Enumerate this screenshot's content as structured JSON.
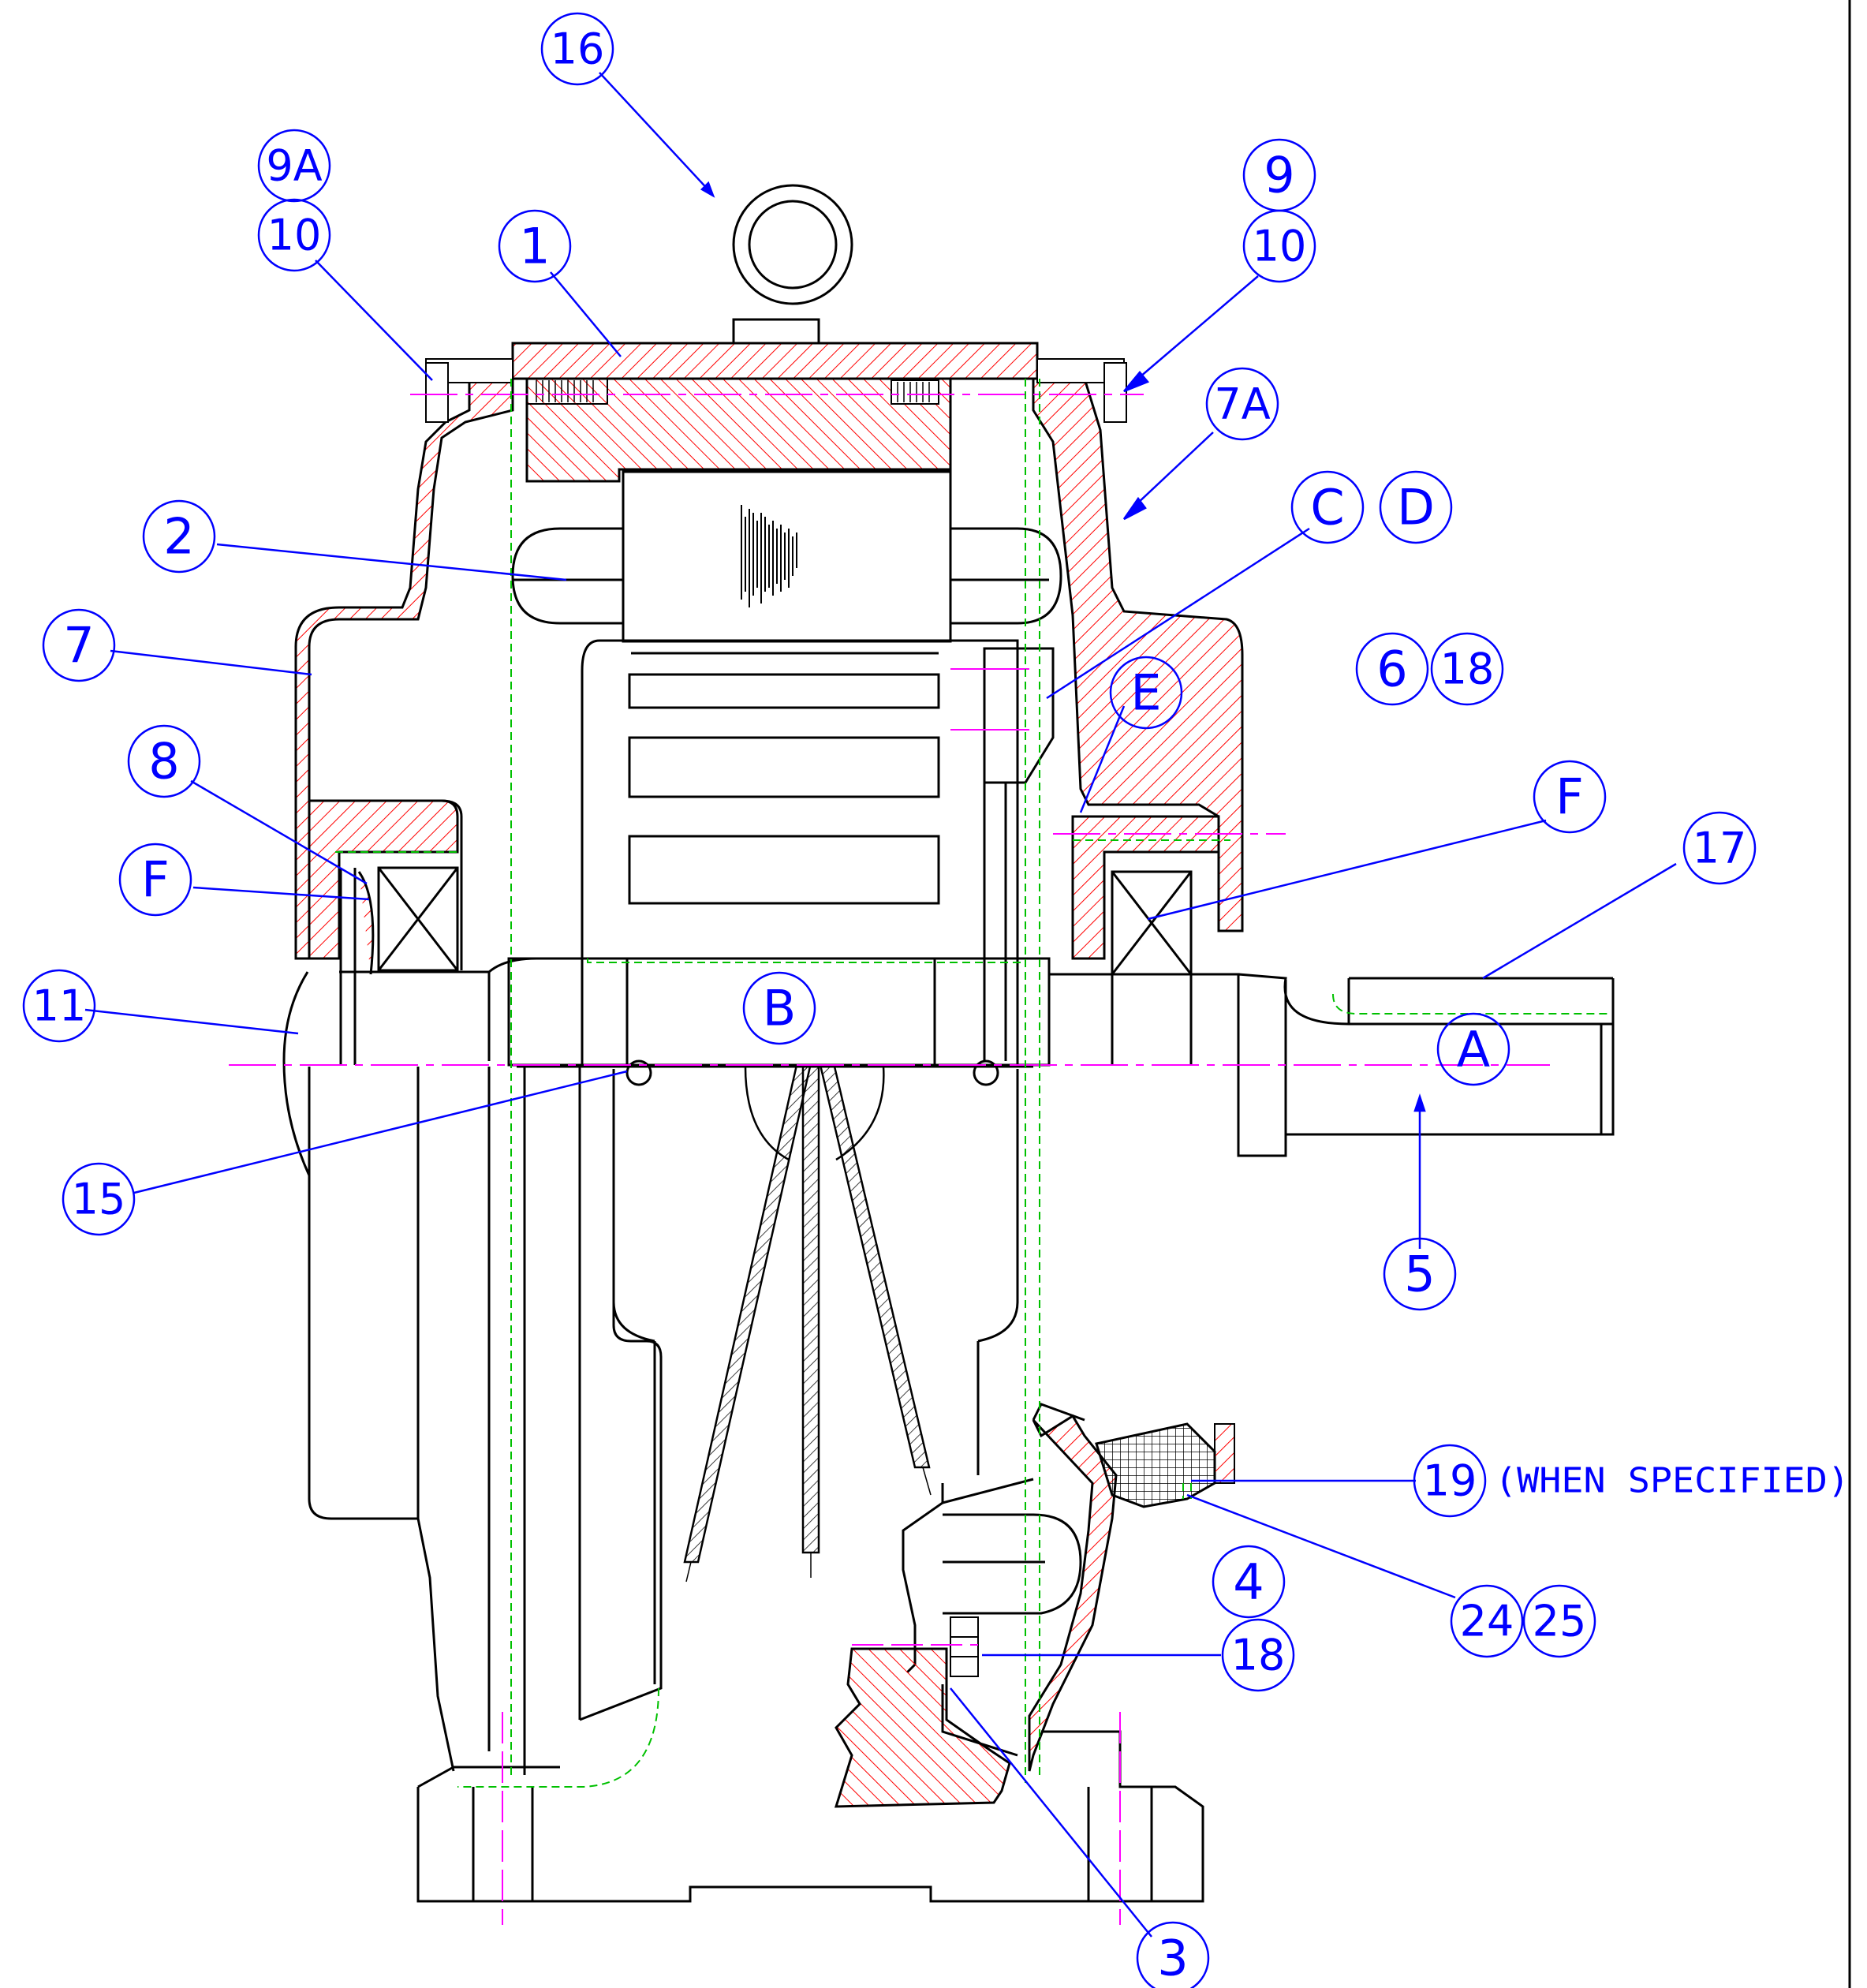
{
  "colors": {
    "outline": "#000000",
    "callout": "#0000ff",
    "hatch": "#ff0000",
    "centerline": "#ff00ff",
    "hidden": "#00c000"
  },
  "callouts": {
    "c1": "1",
    "c2": "2",
    "c3": "3",
    "c4": "4",
    "c5": "5",
    "c6": "6",
    "c7": "7",
    "c7a": "7A",
    "c8": "8",
    "c9": "9",
    "c9a": "9A",
    "c10l": "10",
    "c10r": "10",
    "c11": "11",
    "c15": "15",
    "c16": "16",
    "c17": "17",
    "c18a": "18",
    "c18b": "18",
    "c19": "19",
    "c24": "24",
    "c25": "25",
    "cA": "A",
    "cB": "B",
    "cC": "C",
    "cD": "D",
    "cE": "E",
    "cF1": "F",
    "cF2": "F"
  },
  "note": "(WHEN SPECIFIED)"
}
